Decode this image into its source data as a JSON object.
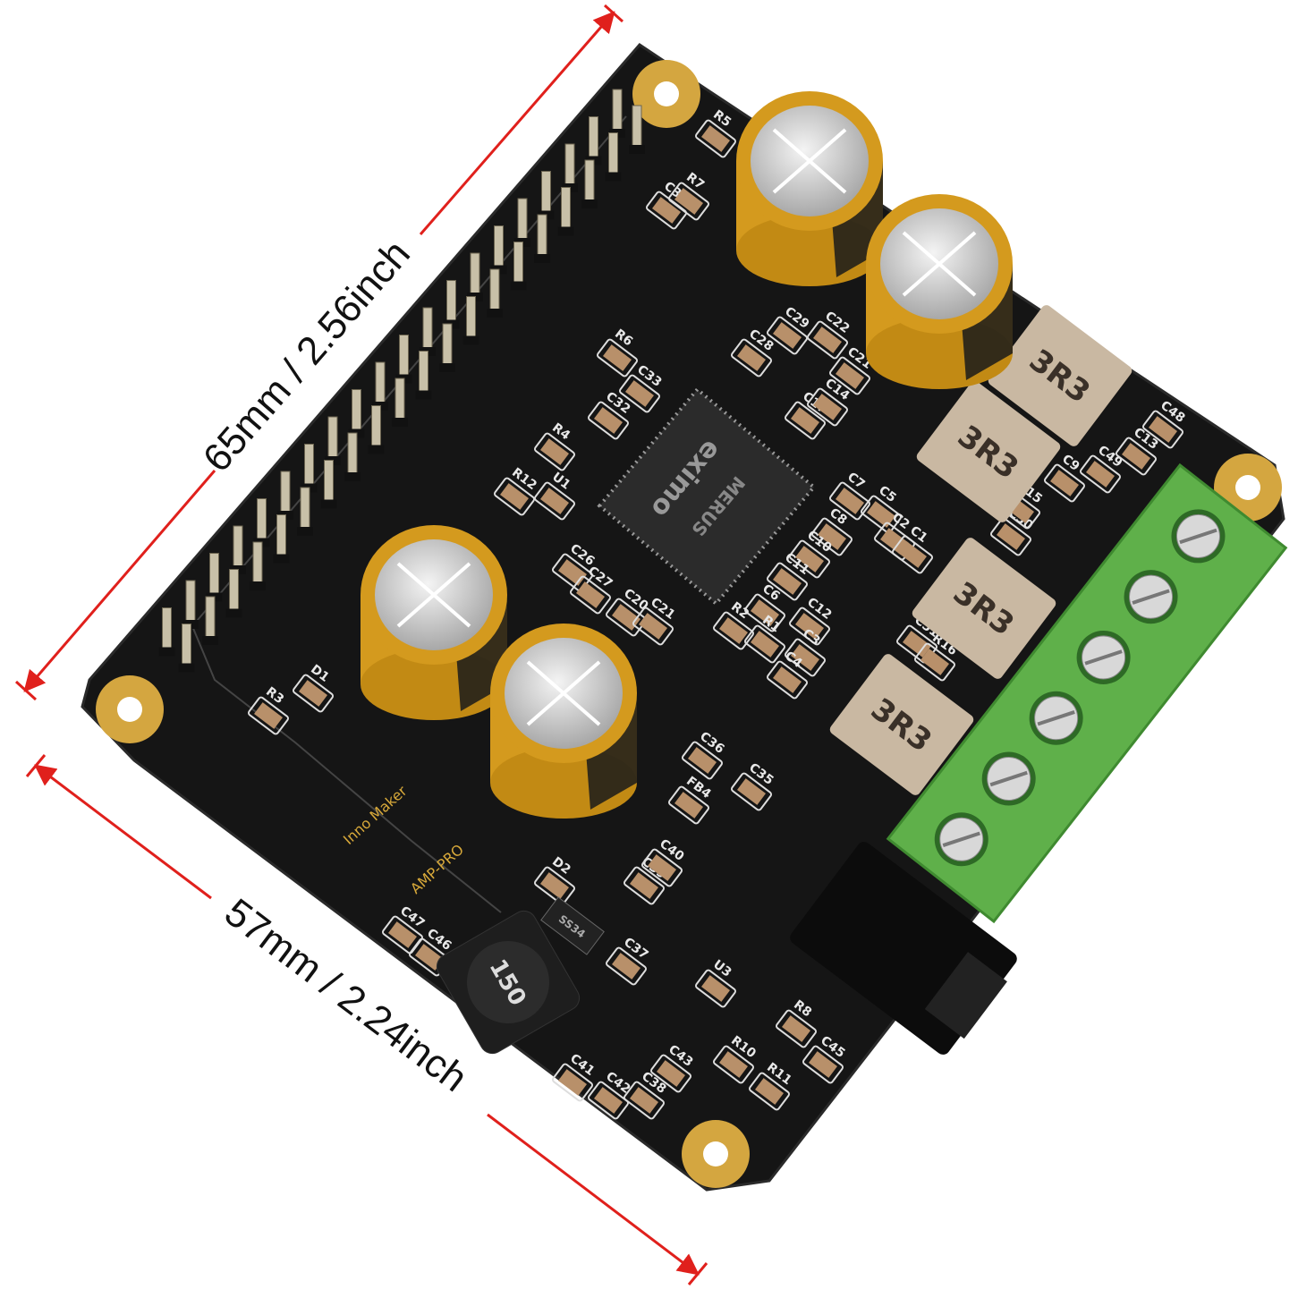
{
  "dimensions": {
    "length_label": "65mm / 2.56inch",
    "width_label": "57mm / 2.24inch",
    "line_color": "#e0201c"
  },
  "board": {
    "brand": "Inno Maker",
    "model": "AMP-PRO",
    "chip_marking": "MERUS",
    "chip_logo": "eximo",
    "inductor_marking": "3R3",
    "buck_inductor_marking": "150",
    "diode_marking": "SS34",
    "silkscreen_labels": [
      "R5",
      "C34",
      "R7",
      "R6",
      "C33",
      "C32",
      "R4",
      "R12",
      "U1",
      "C28",
      "C29",
      "C22",
      "C21",
      "C17",
      "C14",
      "C7",
      "C5",
      "C8",
      "C10",
      "C11",
      "C6",
      "C12",
      "C2",
      "C1",
      "C26",
      "C27",
      "C20",
      "C21",
      "R2",
      "R1",
      "C3",
      "C4",
      "C51",
      "R16",
      "C50",
      "R15",
      "C9",
      "C49",
      "C13",
      "C48",
      "C36",
      "C35",
      "FB4",
      "D2",
      "C39",
      "C40",
      "C47",
      "C46",
      "C37",
      "U3",
      "C41",
      "C42",
      "C38",
      "C43",
      "R8",
      "R10",
      "R11",
      "C45",
      "R3",
      "D1"
    ],
    "colors": {
      "pcb": "#151515",
      "capacitor": "#d49a1e",
      "terminal": "#5fb04a",
      "mounting_hole": "#d4a640"
    }
  }
}
